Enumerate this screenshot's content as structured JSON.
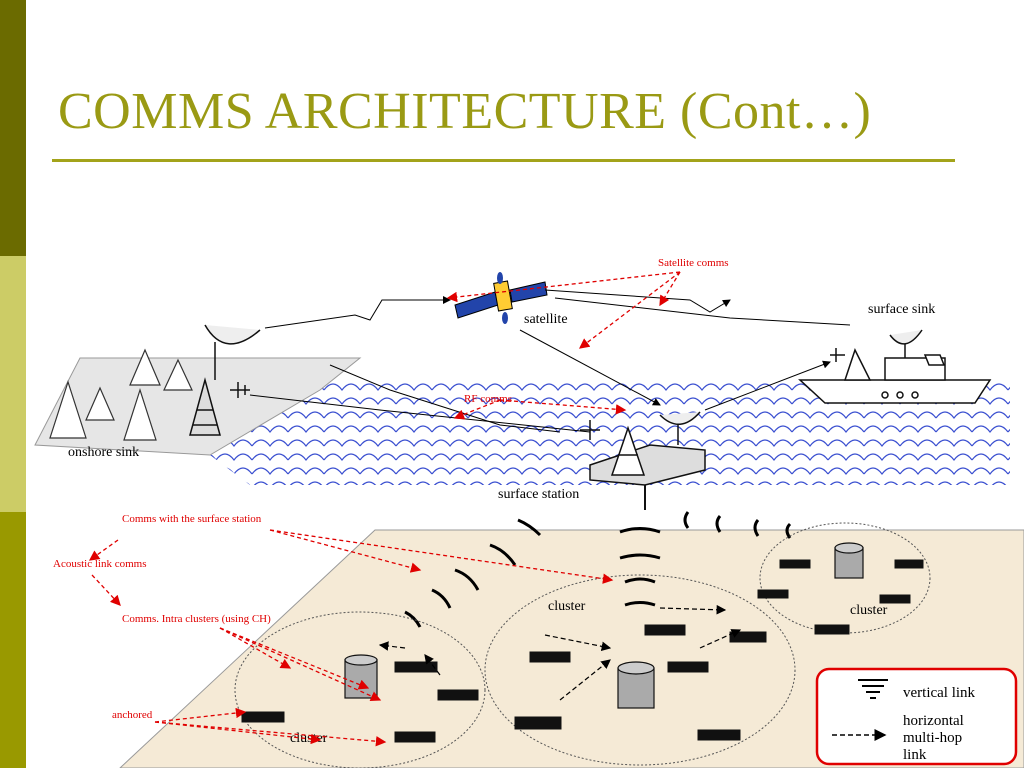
{
  "slide": {
    "title": "COMMS ARCHITECTURE (Cont…)",
    "colors": {
      "title": "#9a9a14",
      "sidebar_dark": "#6b6b00",
      "sidebar_light": "#cccc66",
      "sidebar_mid": "#999900",
      "annotation": "#e00000",
      "seabed": "#f5ead6"
    }
  },
  "diagram": {
    "labels": {
      "satellite": "satellite",
      "surface_sink": "surface sink",
      "onshore_sink": "onshore sink",
      "surface_station": "surface station",
      "cluster_left": "cluster",
      "cluster_mid": "cluster",
      "cluster_right": "cluster"
    },
    "annotations": {
      "satellite_comms": "Satellite comms",
      "rf_comms": "RF comms",
      "comms_surface_station": "Comms with the surface station",
      "acoustic_link": "Acoustic link comms",
      "intra_clusters": "Comms. Intra clusters (using CH)",
      "anchored": "anchored"
    },
    "legend": {
      "vertical_link": "vertical link",
      "horizontal_line1": "horizontal",
      "horizontal_line2": "multi-hop",
      "horizontal_line3": "link"
    }
  }
}
